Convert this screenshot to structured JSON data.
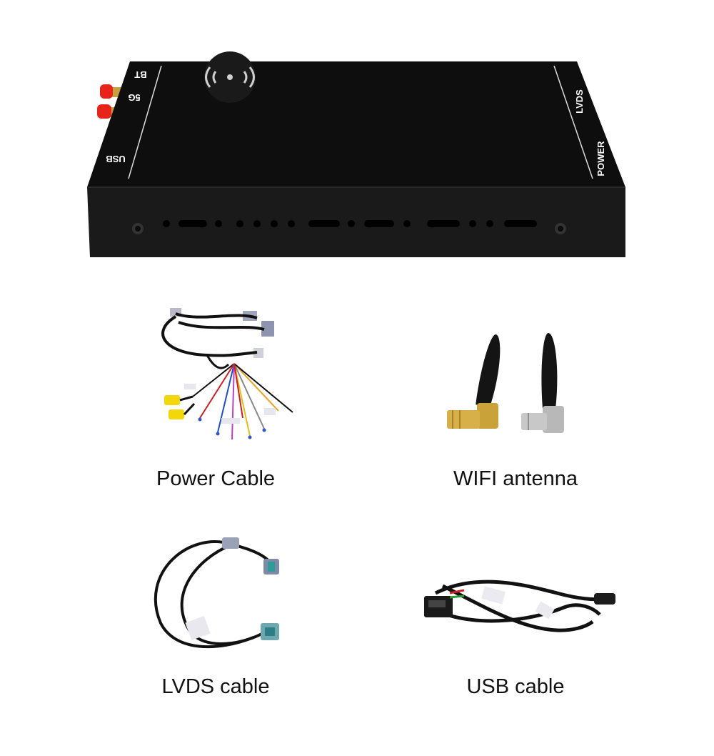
{
  "device": {
    "labels": {
      "bt": "BT",
      "fiveg": "5G",
      "usb": "USB",
      "lvds": "LVDS",
      "power": "POWER"
    },
    "colors": {
      "body": "#101010",
      "front": "#1c1c1c",
      "antenna_cap": "#e8231a"
    }
  },
  "accessories": [
    {
      "caption": "Power Cable"
    },
    {
      "caption": "WIFI antenna"
    },
    {
      "caption": "LVDS cable"
    },
    {
      "caption": "USB cable"
    }
  ],
  "icons": {
    "device_top": "wireless-logo-icon",
    "power_cable": "wiring-harness-icon",
    "antenna": "antenna-icon",
    "lvds": "lvds-cable-icon",
    "usb": "usb-cable-icon"
  }
}
